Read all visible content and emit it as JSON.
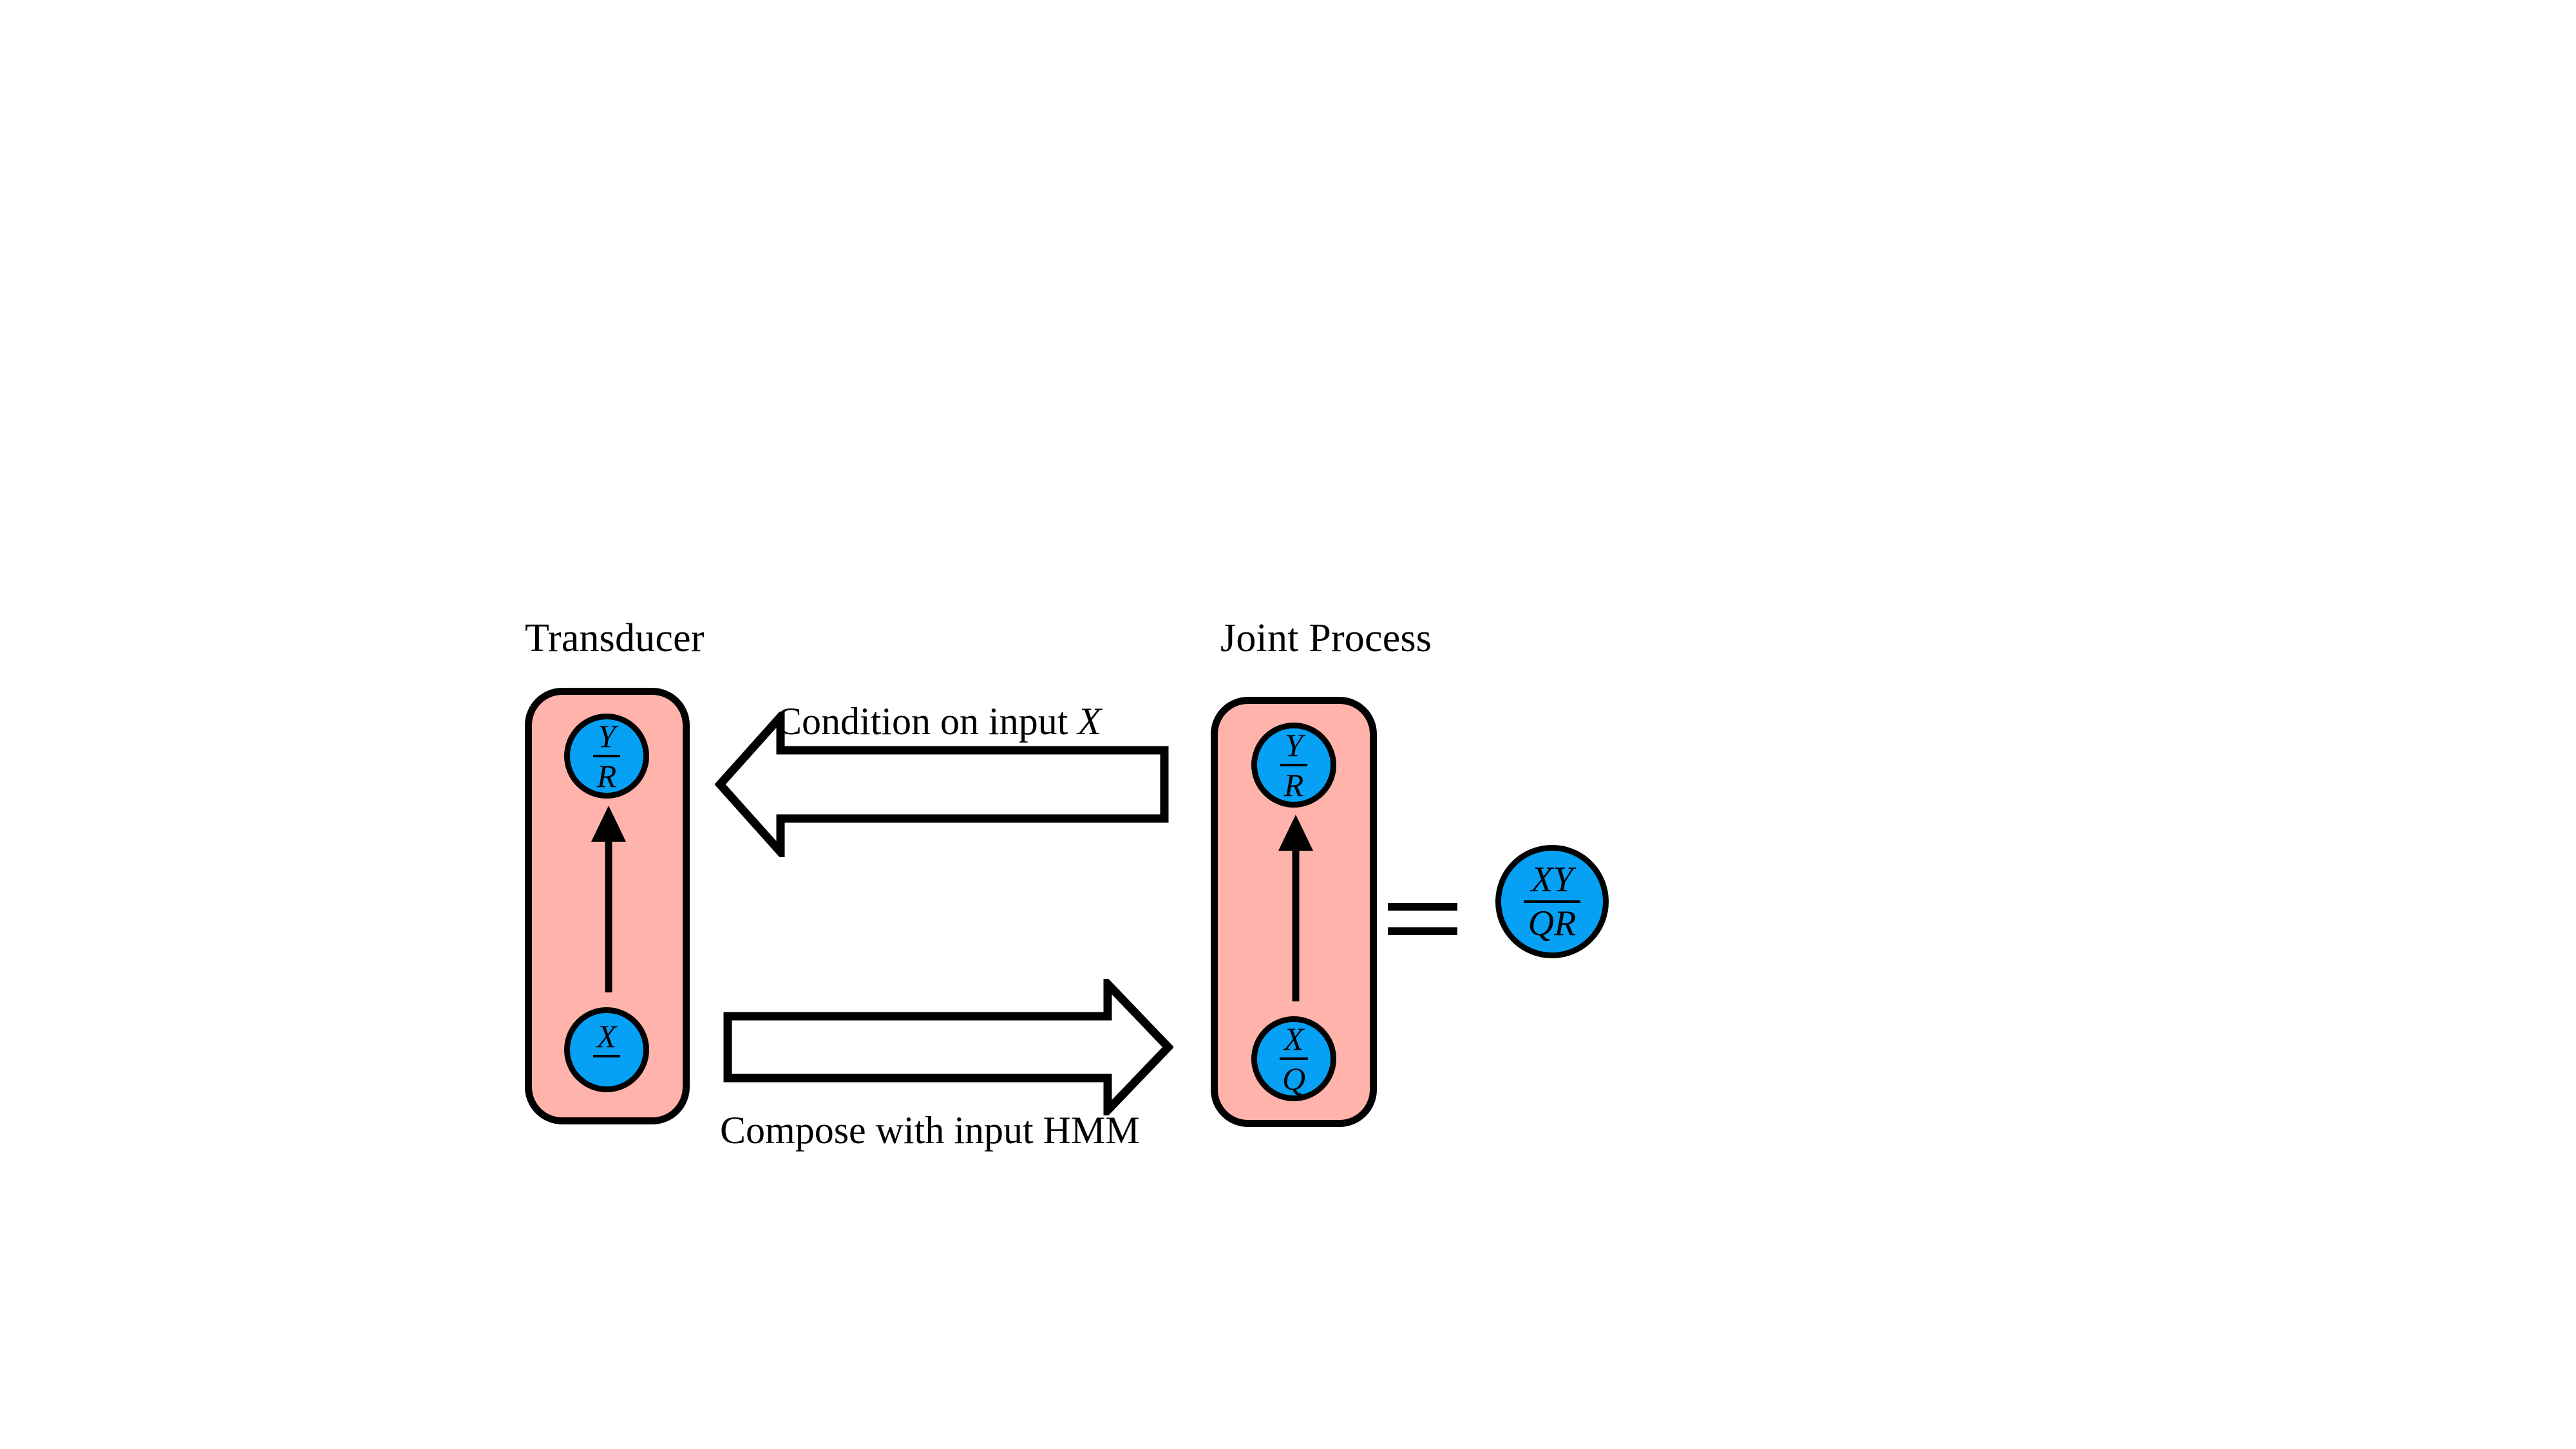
{
  "figure": {
    "background_color": "#ffffff",
    "ink_color": "#000000",
    "box_fill_color": "#FFB3AA",
    "node_fill_color": "#06A1F5"
  },
  "panels": {
    "transducer": {
      "title": "Transducer",
      "nodes": {
        "top": {
          "numerator": "Y",
          "denominator": "R"
        },
        "bottom": {
          "numerator": "X",
          "denominator": ""
        }
      },
      "transition_arrow": {
        "direction": "up",
        "from": "bottom",
        "to": "top"
      }
    },
    "joint_process": {
      "title": "Joint Process",
      "nodes": {
        "top": {
          "numerator": "Y",
          "denominator": "R"
        },
        "bottom": {
          "numerator": "X",
          "denominator": "Q"
        }
      },
      "transition_arrow": {
        "direction": "up",
        "from": "bottom",
        "to": "top"
      }
    }
  },
  "operations": [
    {
      "id": "condition",
      "label_prefix": "Condition on input ",
      "label_variable": "X",
      "direction": "left",
      "from": "joint_process",
      "to": "transducer"
    },
    {
      "id": "compose",
      "label": "Compose with input HMM",
      "direction": "right",
      "from": "transducer",
      "to": "joint_process"
    }
  ],
  "relation": {
    "operator": "=",
    "result_node": {
      "numerator": "XY",
      "denominator": "QR"
    }
  }
}
